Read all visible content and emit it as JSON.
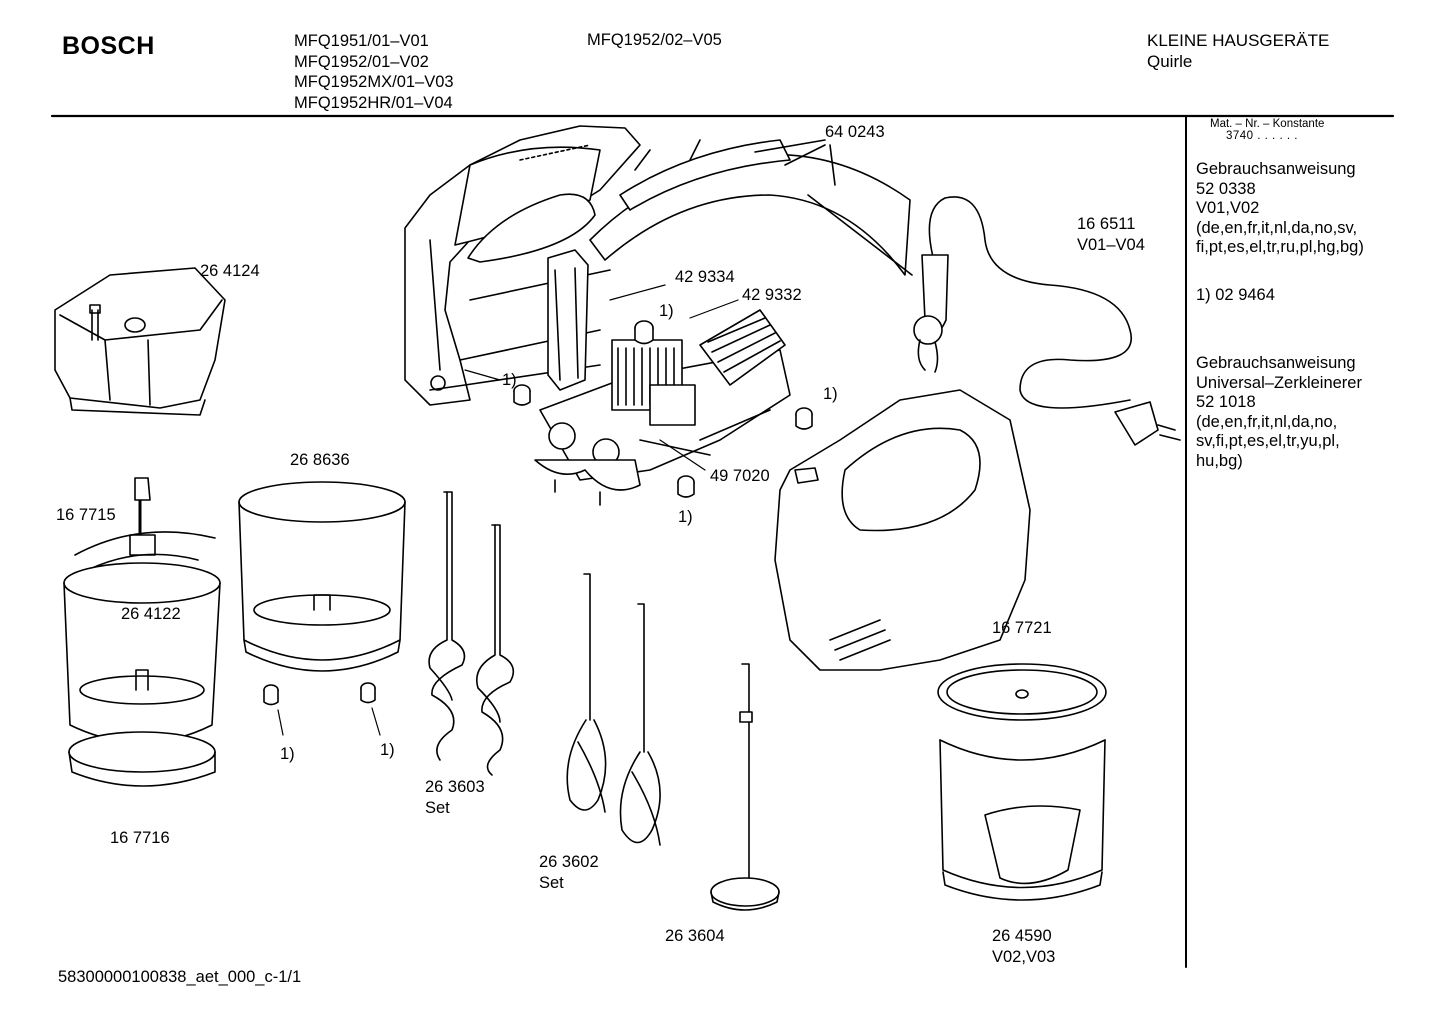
{
  "header": {
    "brand": "BOSCH",
    "models_left": [
      "MFQ1951/01–V01",
      "MFQ1952/01–V02",
      "MFQ1952MX/01–V03",
      "MFQ1952HR/01–V04"
    ],
    "model_right": "MFQ1952/02–V05",
    "category_line1": "KLEINE HAUSGERÄTE",
    "category_line2": "Quirle"
  },
  "sidebar": {
    "mat_label": "Mat. – Nr. – Konstante",
    "mat_value": "3740 . . . . . .",
    "manual1": [
      "Gebrauchsanweisung",
      "52 0338",
      "V01,V02",
      "(de,en,fr,it,nl,da,no,sv,",
      "fi,pt,es,el,tr,ru,pl,hg,bg)"
    ],
    "footnote": "1)  02 9464",
    "manual2": [
      "Gebrauchsanweisung",
      "Universal–Zerkleinerer",
      "52 1018",
      "(de,en,fr,it,nl,da,no,",
      "sv,fi,pt,es,el,tr,yu,pl,",
      "hu,bg)"
    ]
  },
  "parts": {
    "p640243": "64 0243",
    "p166511": [
      "16 6511",
      "V01–V04"
    ],
    "p264124": "26 4124",
    "p429334": "42 9334",
    "p429332": "42 9332",
    "fn": "1)",
    "p497020": "49 7020",
    "p268636": "26 8636",
    "p167715": "16 7715",
    "p264122": "26 4122",
    "p167716": "16 7716",
    "p263603": [
      "26 3603",
      "Set"
    ],
    "p263602": [
      "26 3602",
      "Set"
    ],
    "p263604": "26 3604",
    "p167721": "16 7721",
    "p264590": [
      "26 4590",
      "V02,V03"
    ]
  },
  "footer": {
    "doc_id": "58300000100838_aet_000_c-1/1"
  },
  "colors": {
    "line": "#000000",
    "background": "#ffffff",
    "shade": "#d9d9d9"
  }
}
